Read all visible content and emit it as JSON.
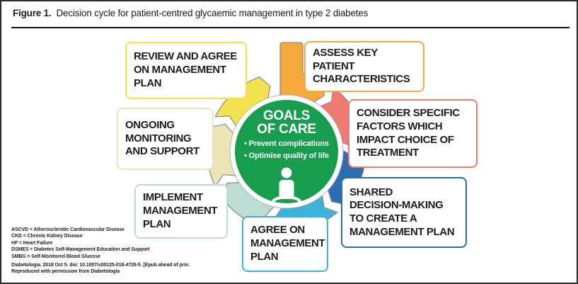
{
  "figure": {
    "label": "Figure 1.",
    "title": "Decision cycle for patient-centred glycaemic management in type 2 diabetes"
  },
  "center": {
    "heading_line1": "GOALS",
    "heading_line2": "OF CARE",
    "bullet1": "• Prevent complications",
    "bullet2": "• Optimise quality of life",
    "color": "#189c4d",
    "ring_color": "#ffffff"
  },
  "cycle": {
    "direction": "clockwise",
    "steps": [
      {
        "name": "assess-key-patient-characteristics",
        "color": "#f5a93c",
        "lines": [
          "ASSESS KEY",
          "PATIENT",
          "CHARACTERISTICS"
        ]
      },
      {
        "name": "consider-specific-factors",
        "color": "#ee7a72",
        "lines": [
          "CONSIDER SPECIFIC",
          "FACTORS WHICH",
          "IMPACT CHOICE OF",
          "TREATMENT"
        ]
      },
      {
        "name": "shared-decision-making",
        "color": "#2d6db3",
        "lines": [
          "SHARED",
          "DECISION-MAKING",
          "TO CREATE A",
          "MANAGEMENT PLAN"
        ]
      },
      {
        "name": "agree-on-management-plan",
        "color": "#3db3dc",
        "lines": [
          "AGREE ON",
          "MANAGEMENT",
          "PLAN"
        ]
      },
      {
        "name": "implement-management-plan",
        "color": "#bedcd4",
        "lines": [
          "IMPLEMENT",
          "MANAGEMENT",
          "PLAN"
        ]
      },
      {
        "name": "ongoing-monitoring-and-support",
        "color": "#ebe5b8",
        "lines": [
          "ONGOING",
          "MONITORING",
          "AND SUPPORT"
        ]
      },
      {
        "name": "review-and-agree-on-management-plan",
        "color": "#f2e24e",
        "lines": [
          "REVIEW AND AGREE",
          "ON MANAGEMENT",
          "PLAN"
        ]
      }
    ]
  },
  "footnotes": {
    "abbreviations": [
      "ASCVD = Atherosclerotic Cardiovascular Disease",
      "CKD = Chronic Kidney Disease",
      "HF = Heart Failure",
      "DSMES = Diabetes Self-Management Education and Support",
      "SMBG = Self-Monitored Blood Glucose"
    ],
    "citation": "Diabetologia. 2018 Oct 5. doi: 10.1007/s00125-018-4729-5. [Epub ahead of prin.",
    "permission": "Reproduced with permission from Diabetologia"
  }
}
